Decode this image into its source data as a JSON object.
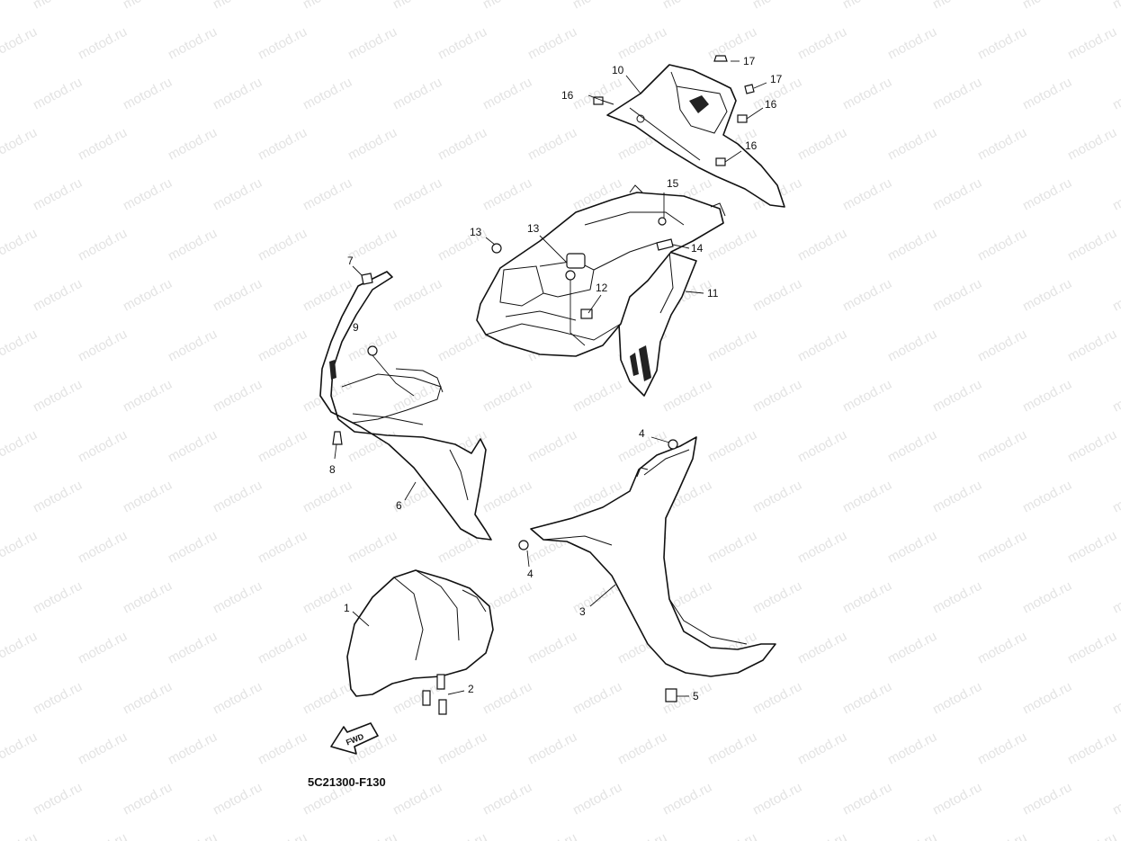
{
  "watermark": {
    "text": "motod.ru",
    "color": "#e2e2e2"
  },
  "diagram": {
    "code": "5C21300-F130",
    "fwd_label": "FWD",
    "callouts": [
      {
        "id": "c1",
        "label": "1"
      },
      {
        "id": "c2",
        "label": "2"
      },
      {
        "id": "c3",
        "label": "3"
      },
      {
        "id": "c4a",
        "label": "4"
      },
      {
        "id": "c4b",
        "label": "4"
      },
      {
        "id": "c5",
        "label": "5"
      },
      {
        "id": "c6",
        "label": "6"
      },
      {
        "id": "c7",
        "label": "7"
      },
      {
        "id": "c8",
        "label": "8"
      },
      {
        "id": "c9",
        "label": "9"
      },
      {
        "id": "c10",
        "label": "10"
      },
      {
        "id": "c11",
        "label": "11"
      },
      {
        "id": "c12",
        "label": "12"
      },
      {
        "id": "c13a",
        "label": "13"
      },
      {
        "id": "c13b",
        "label": "13"
      },
      {
        "id": "c14",
        "label": "14"
      },
      {
        "id": "c15",
        "label": "15"
      },
      {
        "id": "c16a",
        "label": "16"
      },
      {
        "id": "c16b",
        "label": "16"
      },
      {
        "id": "c16c",
        "label": "16"
      },
      {
        "id": "c17a",
        "label": "17"
      },
      {
        "id": "c17b",
        "label": "17"
      }
    ]
  }
}
